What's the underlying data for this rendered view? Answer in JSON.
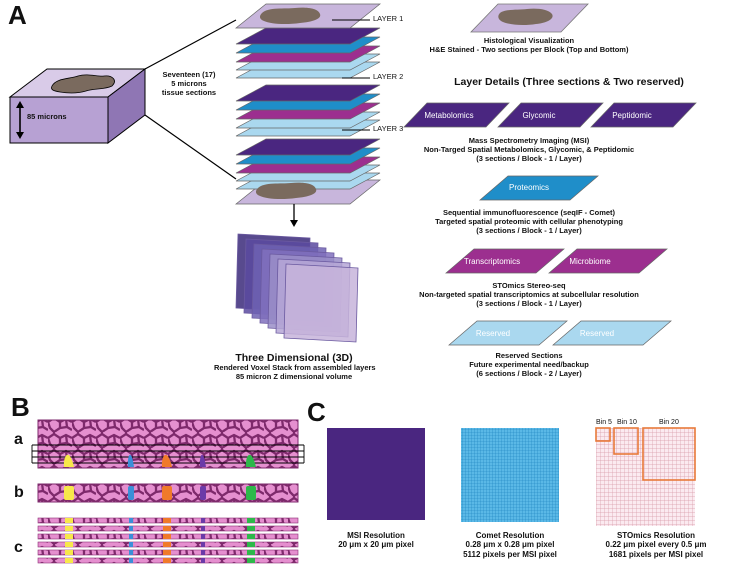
{
  "panels": {
    "a": "A",
    "b": "B",
    "c": "C"
  },
  "block": {
    "thickness": "85 microns"
  },
  "stack": {
    "sections_lines": [
      "Seventeen  (17)",
      "5 microns",
      "tissue sections"
    ],
    "layer_labels": [
      "LAYER 1",
      "LAYER 2",
      "LAYER 3"
    ]
  },
  "three_d": {
    "title": "Three Dimensional (3D)",
    "lines": [
      "Rendered Voxel Stack from assembled layers",
      "85 micron Z dimensional volume"
    ]
  },
  "he": {
    "lines": [
      "Histological Visualization",
      "H&E Stained - Two sections per Block (Top and Bottom)"
    ]
  },
  "layer_details_title": "Layer Details (Three sections & Two reserved)",
  "msi": {
    "labels": [
      "Metabolomics",
      "Glycomic",
      "Peptidomic"
    ],
    "lines": [
      "Mass Spectrometry Imaging (MSI)",
      "Non-Targed Spatial Metabolomics, Glycomic, & Peptidomic",
      "(3 sections / Block - 1 / Layer)"
    ]
  },
  "comet": {
    "labels": [
      "Proteomics"
    ],
    "lines": [
      "Sequential immunofluorescence (seqIF - Comet)",
      "Targeted spatial proteomic with cellular phenotyping",
      "(3 sections / Block - 1 / Layer)"
    ]
  },
  "stomics": {
    "labels": [
      "Transcriptomics",
      "Microbiome"
    ],
    "lines": [
      "STOmics Stereo-seq",
      "Non-targeted spatial transcriptomics at subcellular resolution",
      "(3 sections / Block - 1 / Layer)"
    ]
  },
  "reserved": {
    "labels": [
      "Reserved",
      "Reserved"
    ],
    "lines": [
      "Reserved Sections",
      "Future experimental need/backup",
      "(6 sections / Block - 2 / Layer)"
    ]
  },
  "panel_b_rows": [
    "a",
    "b",
    "c"
  ],
  "resolutions": {
    "msi": {
      "title": "MSI Resolution",
      "lines": [
        "20 μm x 20 μm pixel"
      ]
    },
    "comet": {
      "title": "Comet Resolution",
      "lines": [
        "0.28 μm x 0.28 μm pixel",
        "5112 pixels per MSI pixel"
      ]
    },
    "stomics": {
      "title": "STOmics Resolution",
      "lines": [
        "0.22 μm pixel every 0.5 μm",
        "1681 pixels per MSI pixel"
      ]
    },
    "bins": [
      "Bin 5",
      "Bin 10",
      "Bin 20"
    ]
  },
  "colors": {
    "dark_purple": "#4a2680",
    "blue": "#1f8ec9",
    "magenta": "#9c2f8f",
    "light_blue": "#aad8ef",
    "lavender": "#c8b6dc",
    "tissue": "#7a6a5e",
    "pink_tissue": "#e48fce",
    "cell_border": "#8a2f75",
    "bin_orange": "#e87a3a"
  }
}
